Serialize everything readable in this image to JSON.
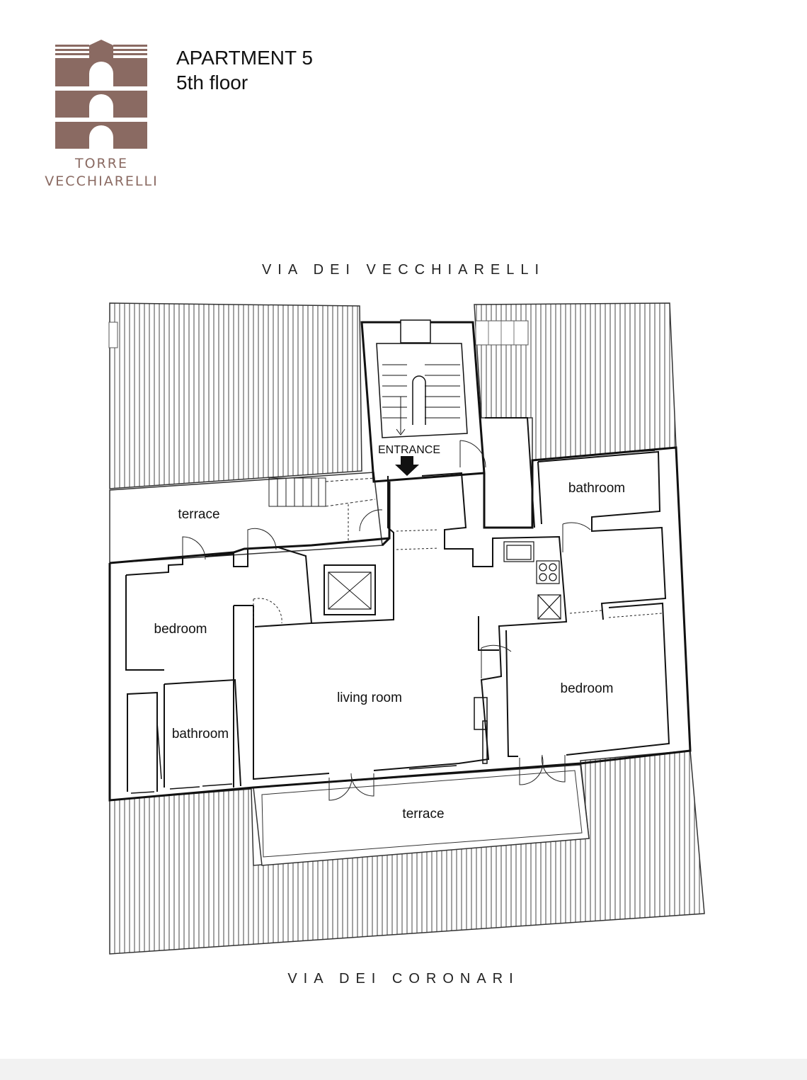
{
  "header": {
    "apartment": "APARTMENT 5",
    "floor": "5th floor"
  },
  "logo": {
    "line1": "TORRE",
    "line2": "VECCHIARELLI",
    "color": "#8a6a62"
  },
  "streets": {
    "top": "VIA DEI VECCHIARELLI",
    "bottom": "VIA DEI CORONARI"
  },
  "rooms": {
    "entrance": "ENTRANCE",
    "terrace_top": "terrace",
    "bedroom_left": "bedroom",
    "bathroom_left": "bathroom",
    "living_room": "living room",
    "bathroom_right": "bathroom",
    "bedroom_right": "bedroom",
    "terrace_bottom": "terrace"
  }
}
